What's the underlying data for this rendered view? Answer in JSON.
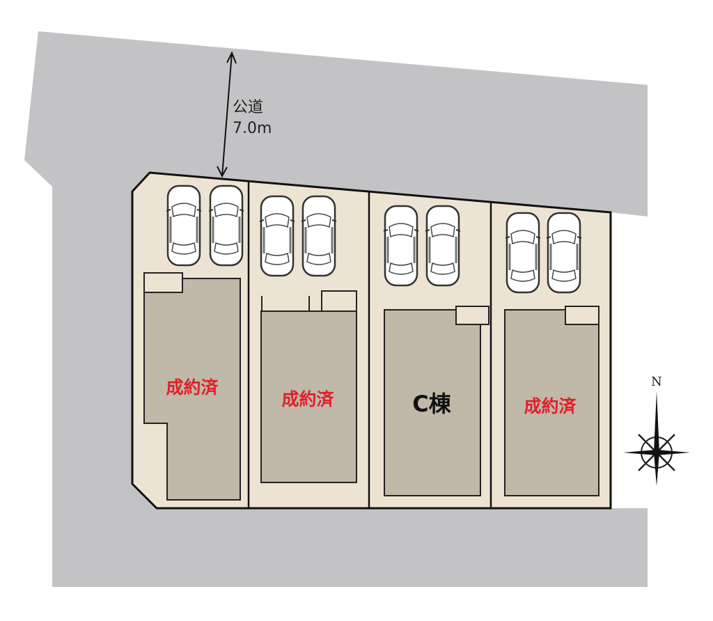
{
  "road": {
    "name": "公道",
    "width": "7.0m"
  },
  "lots": [
    {
      "label": "成約済",
      "status": "sold"
    },
    {
      "label": "成約済",
      "status": "sold"
    },
    {
      "label": "C棟",
      "status": "available"
    },
    {
      "label": "成約済",
      "status": "sold"
    }
  ],
  "compass": {
    "north_label": "N"
  },
  "colors": {
    "road": "#c3c3c6",
    "lot": "#ede3d2",
    "building": "#c0b8a8",
    "sold_text": "#e0202a"
  }
}
